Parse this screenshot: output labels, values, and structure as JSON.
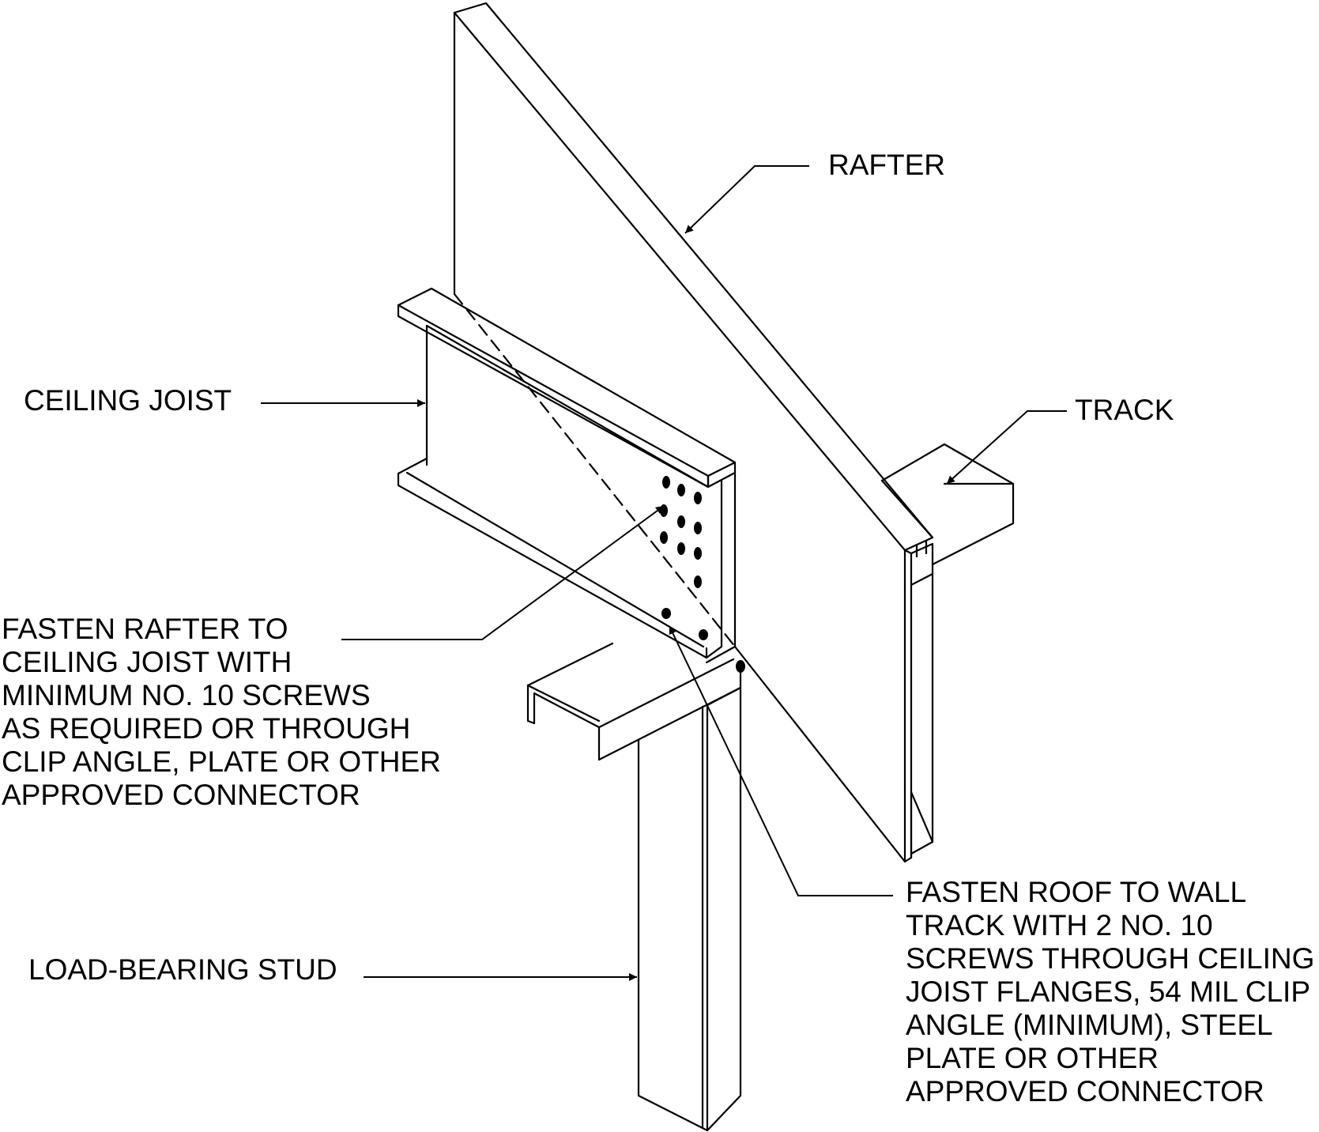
{
  "colors": {
    "stroke": "#000000",
    "background": "#ffffff",
    "text": "#000000"
  },
  "labels": {
    "rafter": "RAFTER",
    "track": "TRACK",
    "ceiling_joist": "CEILING JOIST",
    "fasten_rafter": [
      "FASTEN RAFTER TO",
      "CEILING JOIST WITH",
      "MINIMUM NO. 10 SCREWS",
      "AS REQUIRED OR THROUGH",
      "CLIP ANGLE, PLATE OR OTHER",
      "APPROVED CONNECTOR"
    ],
    "fasten_roof": [
      "FASTEN ROOF TO WALL",
      "TRACK WITH 2 NO. 10",
      "SCREWS THROUGH CEILING",
      "JOIST FLANGES, 54 MIL CLIP",
      "ANGLE (MINIMUM), STEEL",
      "PLATE OR OTHER",
      "APPROVED CONNECTOR"
    ],
    "load_bearing_stud": "LOAD-BEARING STUD"
  }
}
